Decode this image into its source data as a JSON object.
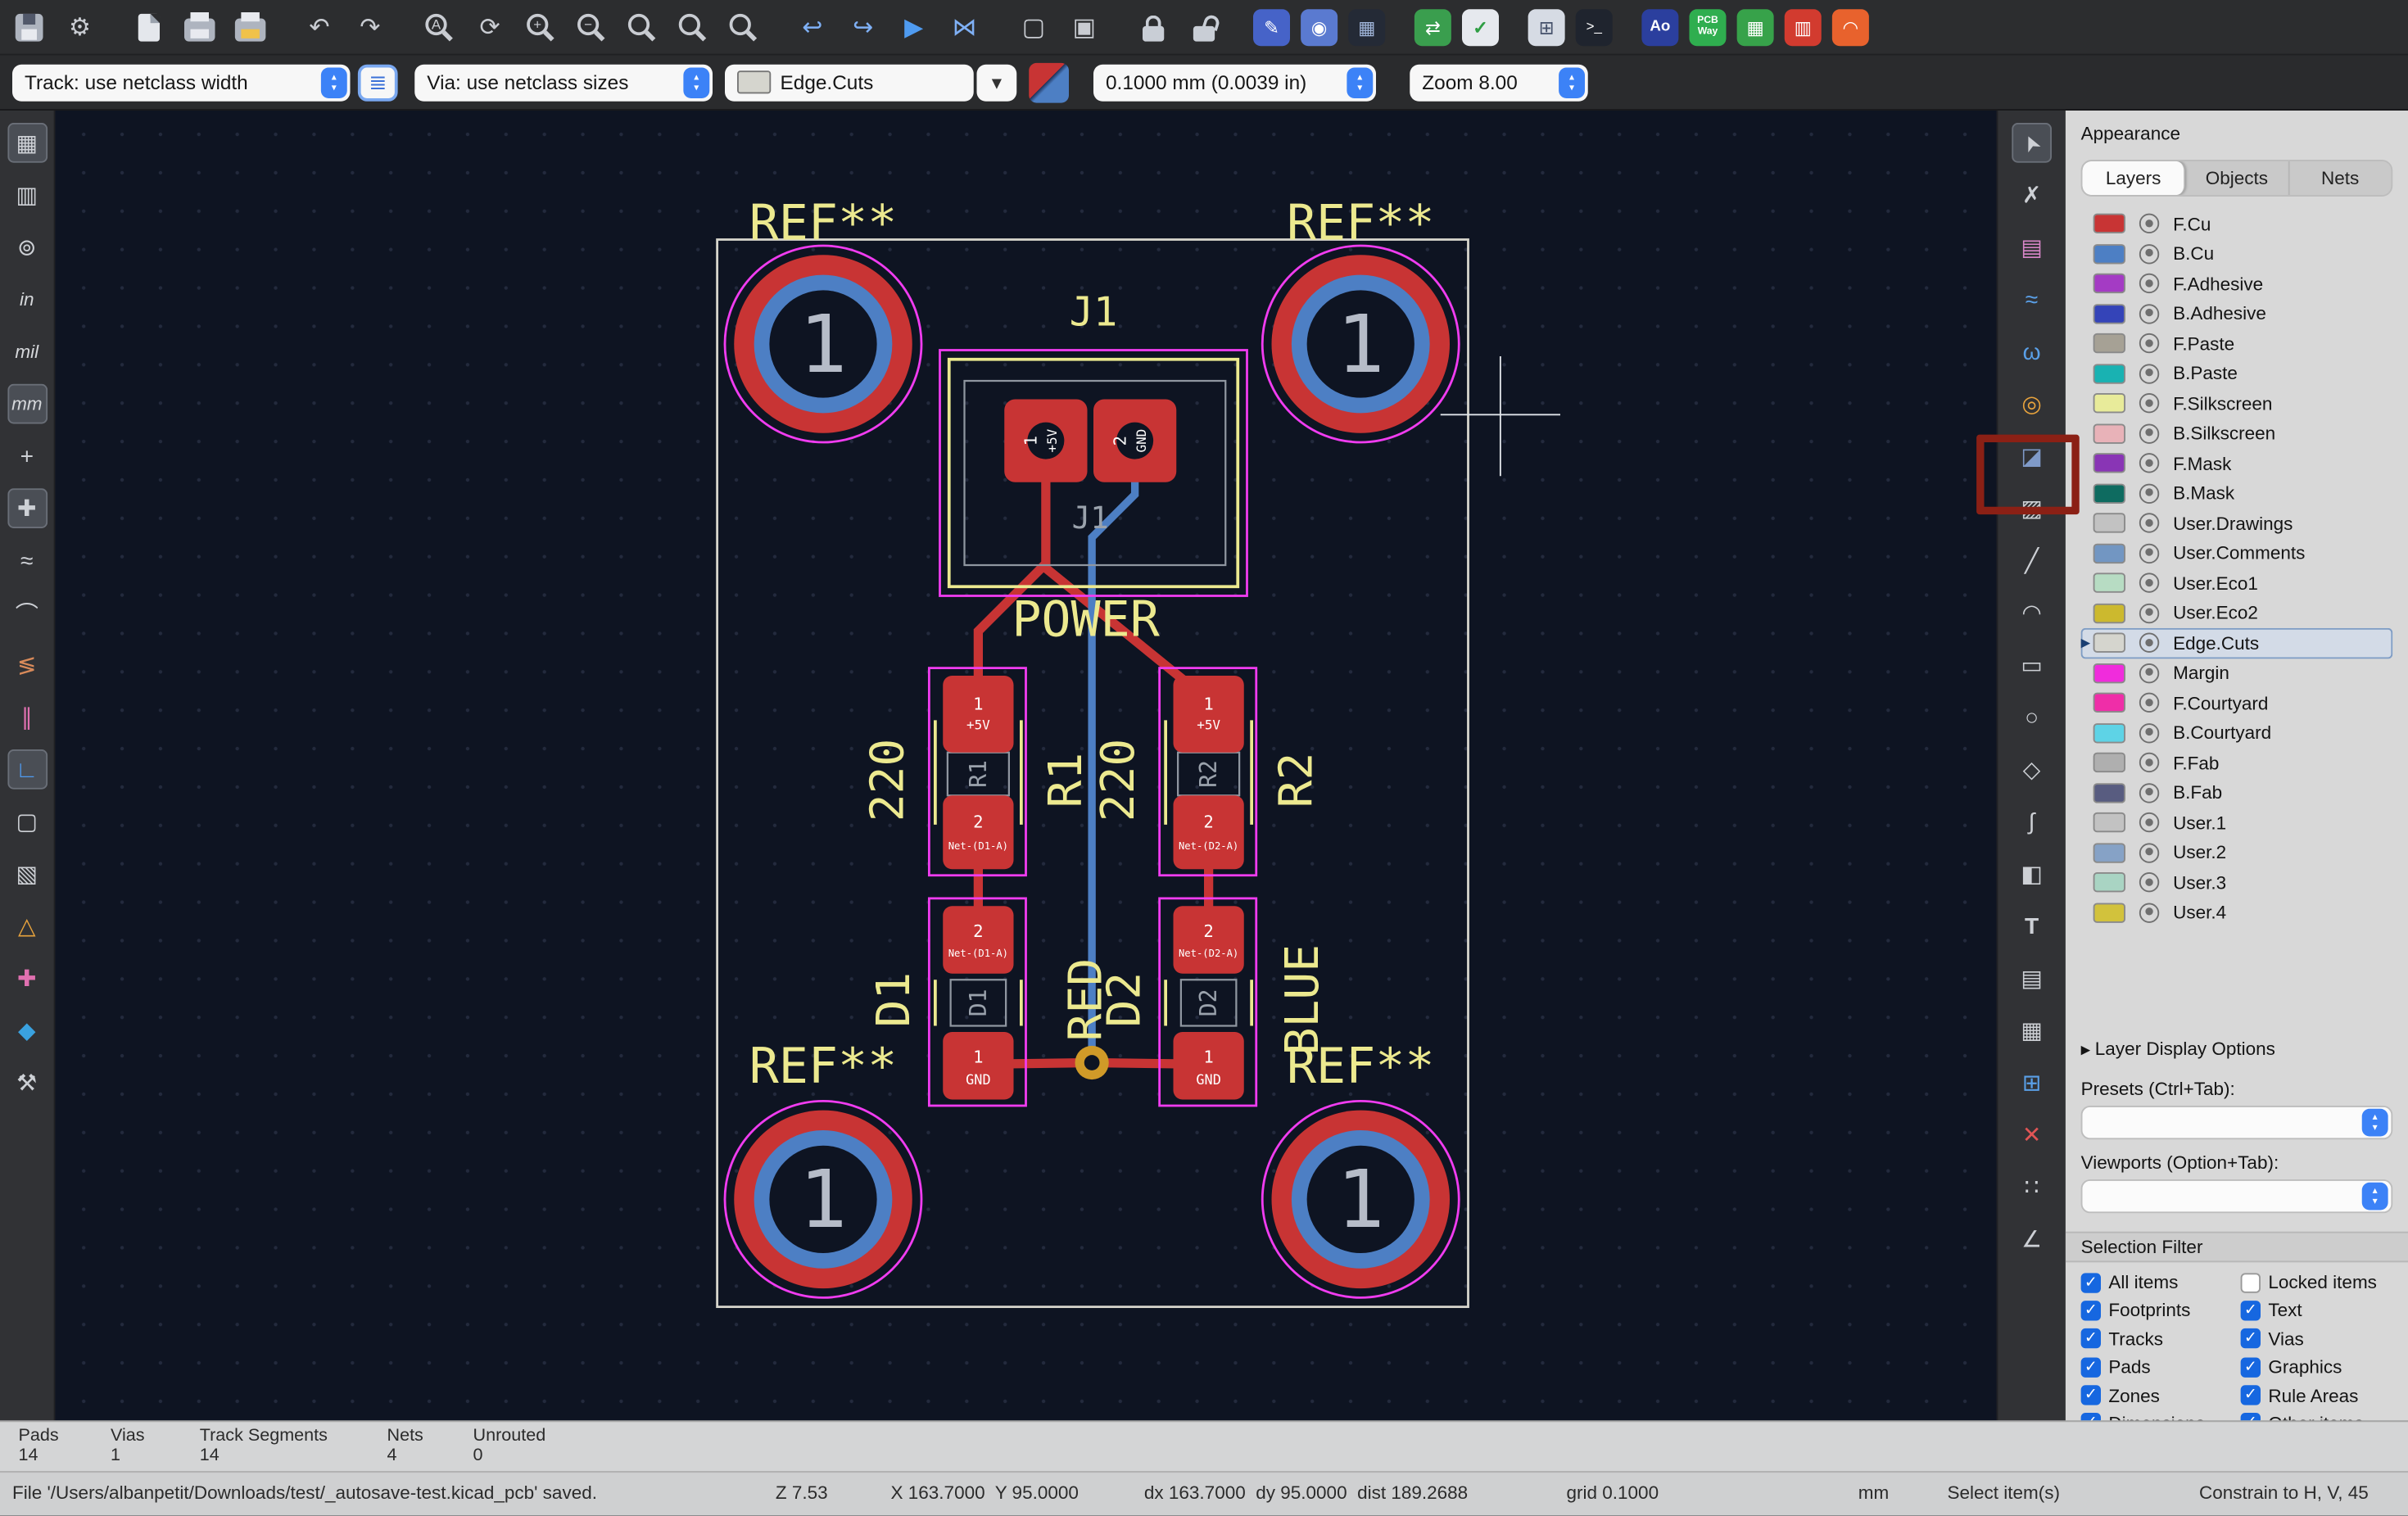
{
  "icons": {
    "gear": "⚙",
    "undo": "↶",
    "redo": "↷",
    "refresh": "⟳",
    "zoom_plus": "+",
    "zoom_minus": "−",
    "find_a": "A",
    "nav_back": "↩",
    "nav_forward": "↪",
    "plot_send": "▶",
    "mirror": "⋈",
    "group": "▢",
    "ungroup": "▣",
    "script": "✎",
    "lib_check": "◉",
    "fp_viewer": "▦",
    "update_pcb": "⇄",
    "drc_check": "✓",
    "inspector": "⊞",
    "console": "&gt;_",
    "console_glyph": ">_",
    "grid_dots": "▦",
    "grid_axes": "▥",
    "polar": "⊚",
    "cursor_cross": "+",
    "cursor_full": "✚",
    "ratsnest": "≈",
    "ratsnest_local": "⌒",
    "collisions": "≶",
    "pair_lines": "∥",
    "corner_l": "∟",
    "select_box": "▢",
    "net_names": "▧",
    "sketch": "△",
    "pink_cross": "✚",
    "diamond": "◆",
    "wrench": "⚒",
    "arrow": "➤",
    "probe_x": "✗",
    "fp_add": "▤",
    "route": "≈",
    "tune": "ω",
    "via": "◎",
    "zone": "◪",
    "rule_area": "▨",
    "line": "╱",
    "arc": "◠",
    "rect": "▭",
    "circle": "○",
    "polygon": "◇",
    "bezier": "∫",
    "image": "◧",
    "text": "T",
    "textbox": "▤",
    "table": "▦",
    "array": "⊞",
    "delete": "✕",
    "grid_special": "∷",
    "measure": "∠",
    "caret_down": "▾",
    "stepper_up": "▴",
    "stepper_down": "▾",
    "row_arrow": "▶",
    "ldo_arrow": "▶"
  },
  "toolbar": {
    "track_dropdown": "Track: use netclass width",
    "via_dropdown": "Via: use netclass sizes",
    "layer_dropdown": "Edge.Cuts",
    "grid_dropdown": "0.1000 mm (0.0039 in)",
    "zoom_dropdown": "Zoom 8.00",
    "plugin_ao_label": "Ao",
    "plugin_pcbway_label": "PCB Way"
  },
  "left_toolbar": {
    "unit_in": "in",
    "unit_mil": "mil",
    "unit_mm": "mm"
  },
  "pcb": {
    "ref_label": "REF**",
    "mount_hole_number": "1",
    "j1": {
      "reference": "J1",
      "fab_reference": "J1",
      "value": "POWER",
      "pad1_number": "1",
      "pad1_net": "+5V",
      "pad2_number": "2",
      "pad2_net": "GND"
    },
    "r1": {
      "reference": "R1",
      "fab_reference": "R1",
      "value": "220",
      "pad1_number": "1",
      "pad1_net": "+5V",
      "pad2_number": "2",
      "pad2_net": "Net-(D1-A)"
    },
    "r2": {
      "reference": "R2",
      "fab_reference": "R2",
      "value": "220",
      "pad1_number": "1",
      "pad1_net": "+5V",
      "pad2_number": "2",
      "pad2_net": "Net-(D2-A)"
    },
    "d1": {
      "reference": "D1",
      "fab_reference": "D1",
      "value": "RED",
      "pad2_number": "2",
      "pad2_net": "Net-(D1-A)",
      "pad1_number": "1",
      "pad1_net": "GND"
    },
    "d2": {
      "reference": "D2",
      "fab_reference": "D2",
      "value": "BLUE",
      "pad2_number": "2",
      "pad2_net": "Net-(D2-A)",
      "pad1_number": "1",
      "pad1_net": "GND"
    }
  },
  "appearance": {
    "title": "Appearance",
    "tabs": [
      {
        "label": "Layers"
      },
      {
        "label": "Objects"
      },
      {
        "label": "Nets"
      }
    ],
    "layers": [
      {
        "name": "F.Cu",
        "color": "#c83434"
      },
      {
        "name": "B.Cu",
        "color": "#4d7fc4"
      },
      {
        "name": "F.Adhesive",
        "color": "#a43bc4"
      },
      {
        "name": "B.Adhesive",
        "color": "#3444b8"
      },
      {
        "name": "F.Paste",
        "color": "#a6a195"
      },
      {
        "name": "B.Paste",
        "color": "#19b2b2"
      },
      {
        "name": "F.Silkscreen",
        "color": "#e8eb9a"
      },
      {
        "name": "B.Silkscreen",
        "color": "#e8b2b8"
      },
      {
        "name": "F.Mask",
        "color": "#8935b5"
      },
      {
        "name": "B.Mask",
        "color": "#0e6b60"
      },
      {
        "name": "User.Drawings",
        "color": "#c2c2c2"
      },
      {
        "name": "User.Comments",
        "color": "#7296c2"
      },
      {
        "name": "User.Eco1",
        "color": "#b7dcc3"
      },
      {
        "name": "User.Eco2",
        "color": "#ccb92e"
      },
      {
        "name": "Edge.Cuts",
        "color": "#d5d5ce"
      },
      {
        "name": "Margin",
        "color": "#f02cdc"
      },
      {
        "name": "F.Courtyard",
        "color": "#ef2ea8"
      },
      {
        "name": "B.Courtyard",
        "color": "#5ed3e6"
      },
      {
        "name": "F.Fab",
        "color": "#afafaf"
      },
      {
        "name": "B.Fab",
        "color": "#585c80"
      },
      {
        "name": "User.1",
        "color": "#c2c2c2"
      },
      {
        "name": "User.2",
        "color": "#86a2c6"
      },
      {
        "name": "User.3",
        "color": "#a9d4c3"
      },
      {
        "name": "User.4",
        "color": "#d2c23c"
      }
    ],
    "layer_display_options": "Layer Display Options",
    "presets_label": "Presets (Ctrl+Tab):",
    "viewports_label": "Viewports (Option+Tab):"
  },
  "selection_filter": {
    "title": "Selection Filter",
    "items": [
      {
        "label": "All items",
        "checked": true
      },
      {
        "label": "Locked items",
        "checked": false
      },
      {
        "label": "Footprints",
        "checked": true
      },
      {
        "label": "Text",
        "checked": true
      },
      {
        "label": "Tracks",
        "checked": true
      },
      {
        "label": "Vias",
        "checked": true
      },
      {
        "label": "Pads",
        "checked": true
      },
      {
        "label": "Graphics",
        "checked": true
      },
      {
        "label": "Zones",
        "checked": true
      },
      {
        "label": "Rule Areas",
        "checked": true
      },
      {
        "label": "Dimensions",
        "checked": true
      },
      {
        "label": "Other items",
        "checked": true
      }
    ]
  },
  "status": {
    "stats": [
      {
        "label": "Pads",
        "value": "14"
      },
      {
        "label": "Vias",
        "value": "1"
      },
      {
        "label": "Track Segments",
        "value": "14"
      },
      {
        "label": "Nets",
        "value": "4"
      },
      {
        "label": "Unrouted",
        "value": "0"
      }
    ],
    "message": "File '/Users/albanpetit/Downloads/test/_autosave-test.kicad_pcb' saved.",
    "zoom": "Z 7.53",
    "cursor": "X 163.7000  Y 95.0000",
    "delta": "dx 163.7000  dy 95.0000  dist 189.2688",
    "grid": "grid 0.1000",
    "units": "mm",
    "mode": "Select item(s)",
    "constrain": "Constrain to H, V, 45"
  }
}
